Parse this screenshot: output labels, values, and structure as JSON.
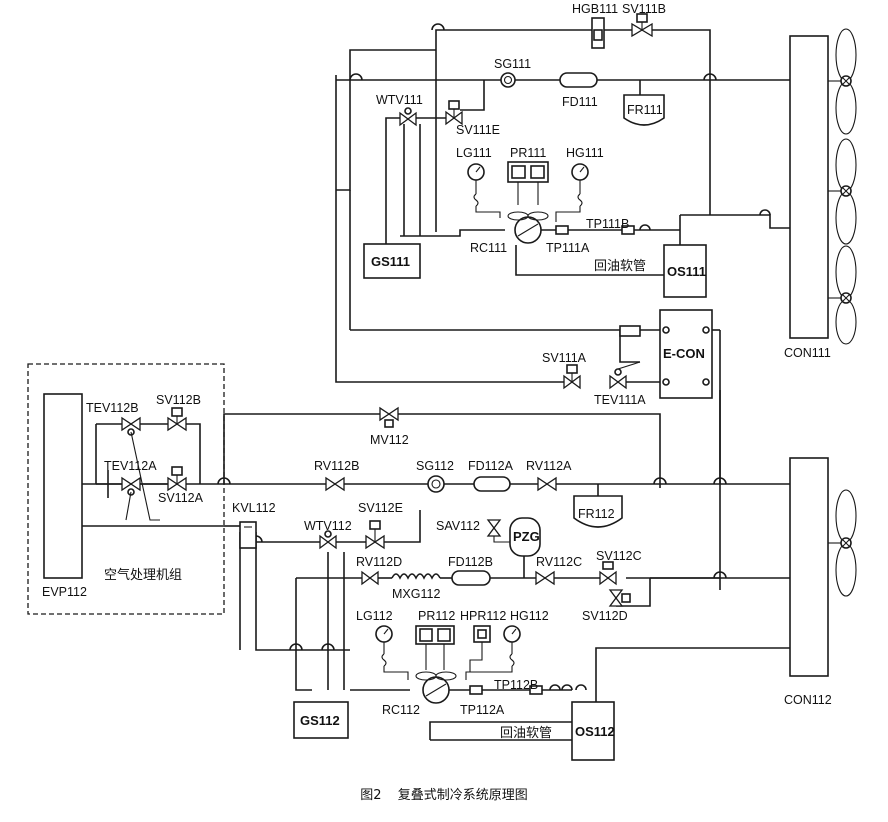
{
  "figure": {
    "number": "图2",
    "title": "复叠式制冷系统原理图"
  },
  "components": {
    "HGB111": "HGB111",
    "SV111B": "SV111B",
    "SG111": "SG111",
    "FD111": "FD111",
    "FR111": "FR111",
    "WTV111": "WTV111",
    "SV111E": "SV111E",
    "LG111": "LG111",
    "PR111": "PR111",
    "HG111": "HG111",
    "GS111": "GS111",
    "RC111": "RC111",
    "TP111A": "TP111A",
    "TP111B": "TP111B",
    "OS111": "OS111",
    "oil_hose_1": "回油软管",
    "CON111": "CON111",
    "ECON": "E-CON",
    "SV111A": "SV111A",
    "TEV111A": "TEV111A",
    "EVP112": "EVP112",
    "TEV112B": "TEV112B",
    "SV112B": "SV112B",
    "TEV112A": "TEV112A",
    "SV112A": "SV112A",
    "ahu": "空气处理机组",
    "MV112": "MV112",
    "RV112B": "RV112B",
    "SG112": "SG112",
    "FD112A": "FD112A",
    "RV112A": "RV112A",
    "FR112": "FR112",
    "KVL112": "KVL112",
    "WTV112": "WTV112",
    "SV112E": "SV112E",
    "SAV112": "SAV112",
    "PZG": "PZG",
    "RV112D": "RV112D",
    "MXG112": "MXG112",
    "FD112B": "FD112B",
    "RV112C": "RV112C",
    "SV112C": "SV112C",
    "SV112D": "SV112D",
    "LG112": "LG112",
    "PR112": "PR112",
    "HPR112": "HPR112",
    "HG112": "HG112",
    "GS112": "GS112",
    "RC112": "RC112",
    "TP112A": "TP112A",
    "TP112B": "TP112B",
    "OS112": "OS112",
    "oil_hose_2": "回油软管",
    "CON112": "CON112"
  },
  "icons": {
    "valve": "bowtie-valve-icon",
    "solenoid": "solenoid-valve-icon",
    "gauge": "pressure-gauge-icon",
    "compressor": "compressor-icon",
    "fan": "condenser-fan-icon",
    "sight_glass": "sight-glass-icon"
  },
  "colors": {
    "line": "#1a1a1a",
    "background": "#ffffff"
  }
}
